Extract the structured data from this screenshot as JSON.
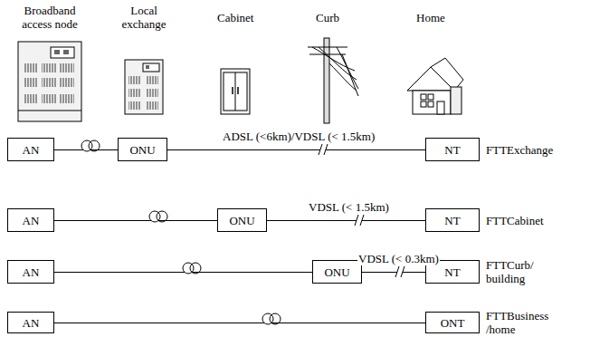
{
  "diagram": {
    "nodes": [
      {
        "text": [
          "AN"
        ]
      },
      {
        "text": [
          "ONU"
        ]
      },
      {
        "text": [
          "NT"
        ]
      },
      {
        "text": [
          "AN"
        ]
      },
      {
        "text": [
          "ONU"
        ]
      },
      {
        "text": [
          "NT"
        ]
      },
      {
        "text": [
          "AN"
        ]
      },
      {
        "text": [
          "ONU"
        ]
      },
      {
        "text": [
          "NT"
        ]
      },
      {
        "text": [
          "AN"
        ]
      },
      {
        "text": [
          "ONT"
        ]
      }
    ],
    "edges": [
      {
        "from": 0,
        "to": 1,
        "arrow": "none"
      },
      {
        "from": 1,
        "to": 2,
        "label": "ADSL (<6km)/VDSL (< 1.5km)",
        "arrow": "none"
      },
      {
        "from": 3,
        "to": 4,
        "arrow": "none"
      },
      {
        "from": 4,
        "to": 5,
        "label": "VDSL (< 1.5km)",
        "arrow": "none"
      },
      {
        "from": 6,
        "to": 7,
        "arrow": "none"
      },
      {
        "from": 7,
        "to": 8,
        "label": "VDSL (< 0.3km)",
        "arrow": "none"
      },
      {
        "from": 9,
        "to": 10,
        "arrow": "none"
      }
    ],
    "labels": [
      "Broadband access node",
      "Local exchange",
      "Cabinet",
      "Curb",
      "Home",
      "FTTExchange",
      "FTTCabinet",
      "FTTCurb/ building",
      "FTTBusiness /home"
    ]
  }
}
